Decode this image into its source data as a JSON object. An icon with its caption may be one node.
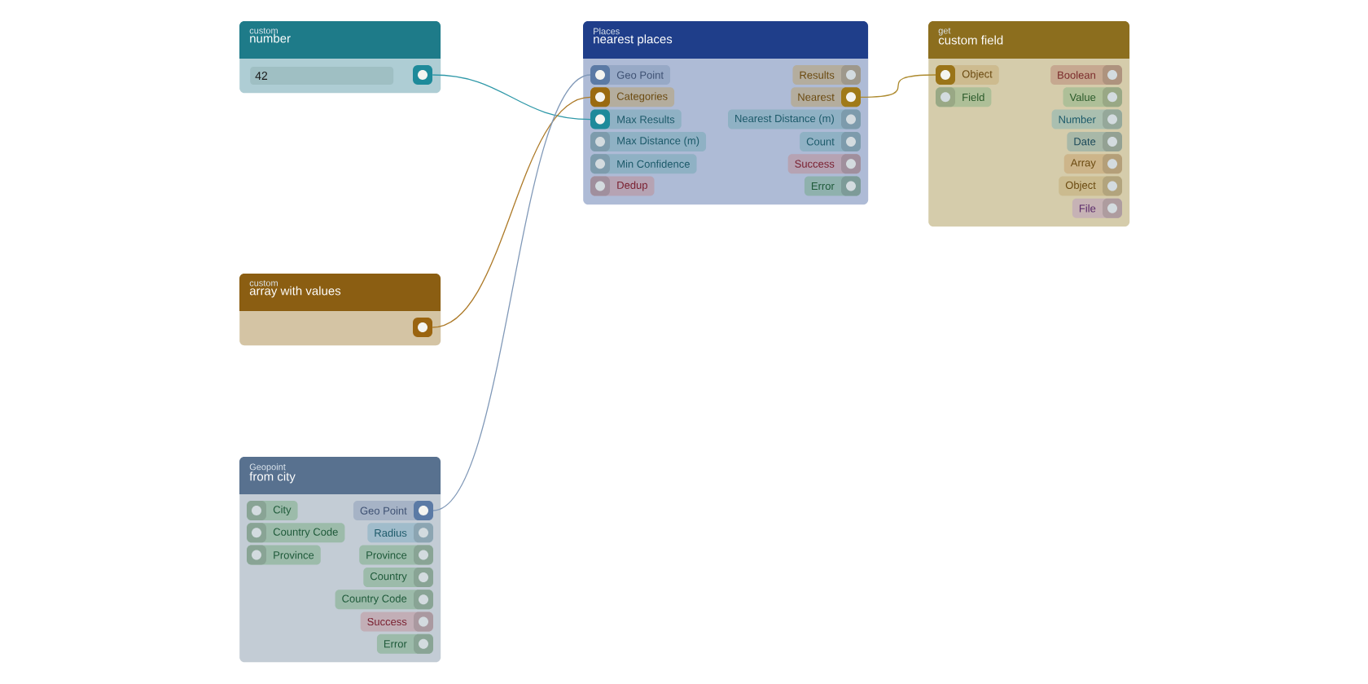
{
  "diagram": {
    "nodes": [
      {
        "text": [
          "custom",
          "number"
        ]
      },
      {
        "text": [
          "42"
        ],
        "in": 0
      },
      {
        "text": [],
        "shape": "box",
        "in": 0
      },
      {
        "text": [
          "Places",
          "nearest places"
        ]
      },
      {
        "text": [
          "Geo Point"
        ],
        "in": 3
      },
      {
        "text": [
          "Results"
        ],
        "in": 3
      },
      {
        "text": [
          "Categories"
        ],
        "in": 3
      },
      {
        "text": [
          "Nearest"
        ],
        "in": 3
      },
      {
        "text": [
          "Max Results"
        ],
        "in": 3
      },
      {
        "text": [
          "Nearest Distance (m)"
        ],
        "in": 3
      },
      {
        "text": [
          "Max Distance (m)"
        ],
        "in": 3
      },
      {
        "text": [
          "Count"
        ],
        "in": 3
      },
      {
        "text": [
          "Min Confidence"
        ],
        "in": 3
      },
      {
        "text": [
          "Success"
        ],
        "in": 3
      },
      {
        "text": [
          "Dedup"
        ],
        "in": 3
      },
      {
        "text": [
          "Error"
        ],
        "in": 3
      },
      {
        "text": [
          "get",
          "custom field"
        ]
      },
      {
        "text": [
          "Object"
        ],
        "in": 16
      },
      {
        "text": [
          "Boolean"
        ],
        "in": 16
      },
      {
        "text": [
          "Field"
        ],
        "in": 16
      },
      {
        "text": [
          "Value"
        ],
        "in": 16
      },
      {
        "text": [
          "Number"
        ],
        "in": 16
      },
      {
        "text": [
          "Date"
        ],
        "in": 16
      },
      {
        "text": [
          "Array"
        ],
        "in": 16
      },
      {
        "text": [
          "Object"
        ],
        "in": 16
      },
      {
        "text": [
          "File"
        ],
        "in": 16
      },
      {
        "text": [
          "custom",
          "array with values"
        ]
      },
      {
        "text": [],
        "shape": "box",
        "in": 26
      },
      {
        "text": [
          "Geopoint",
          "from city"
        ]
      },
      {
        "text": [
          "City"
        ],
        "in": 28
      },
      {
        "text": [
          "Geo Point"
        ],
        "in": 28
      },
      {
        "text": [
          "Country Code"
        ],
        "in": 28
      },
      {
        "text": [
          "Radius"
        ],
        "in": 28
      },
      {
        "text": [
          "Province"
        ],
        "in": 28
      },
      {
        "text": [
          "Province"
        ],
        "in": 28
      },
      {
        "text": [
          "Country"
        ],
        "in": 28
      },
      {
        "text": [
          "Country Code"
        ],
        "in": 28
      },
      {
        "text": [
          "Success"
        ],
        "in": 28
      },
      {
        "text": [
          "Error"
        ],
        "in": 28
      }
    ],
    "edges": [
      {
        "from": 2,
        "to": 8,
        "arrow": "none",
        "color": "#2e98a8"
      },
      {
        "from": 7,
        "to": 17,
        "arrow": "none",
        "color": "#ad8a2e"
      },
      {
        "from": 27,
        "to": 6,
        "arrow": "none",
        "color": "#ad7a28"
      },
      {
        "from": 30,
        "to": 4,
        "arrow": "none",
        "color": "#8199b8"
      }
    ]
  }
}
